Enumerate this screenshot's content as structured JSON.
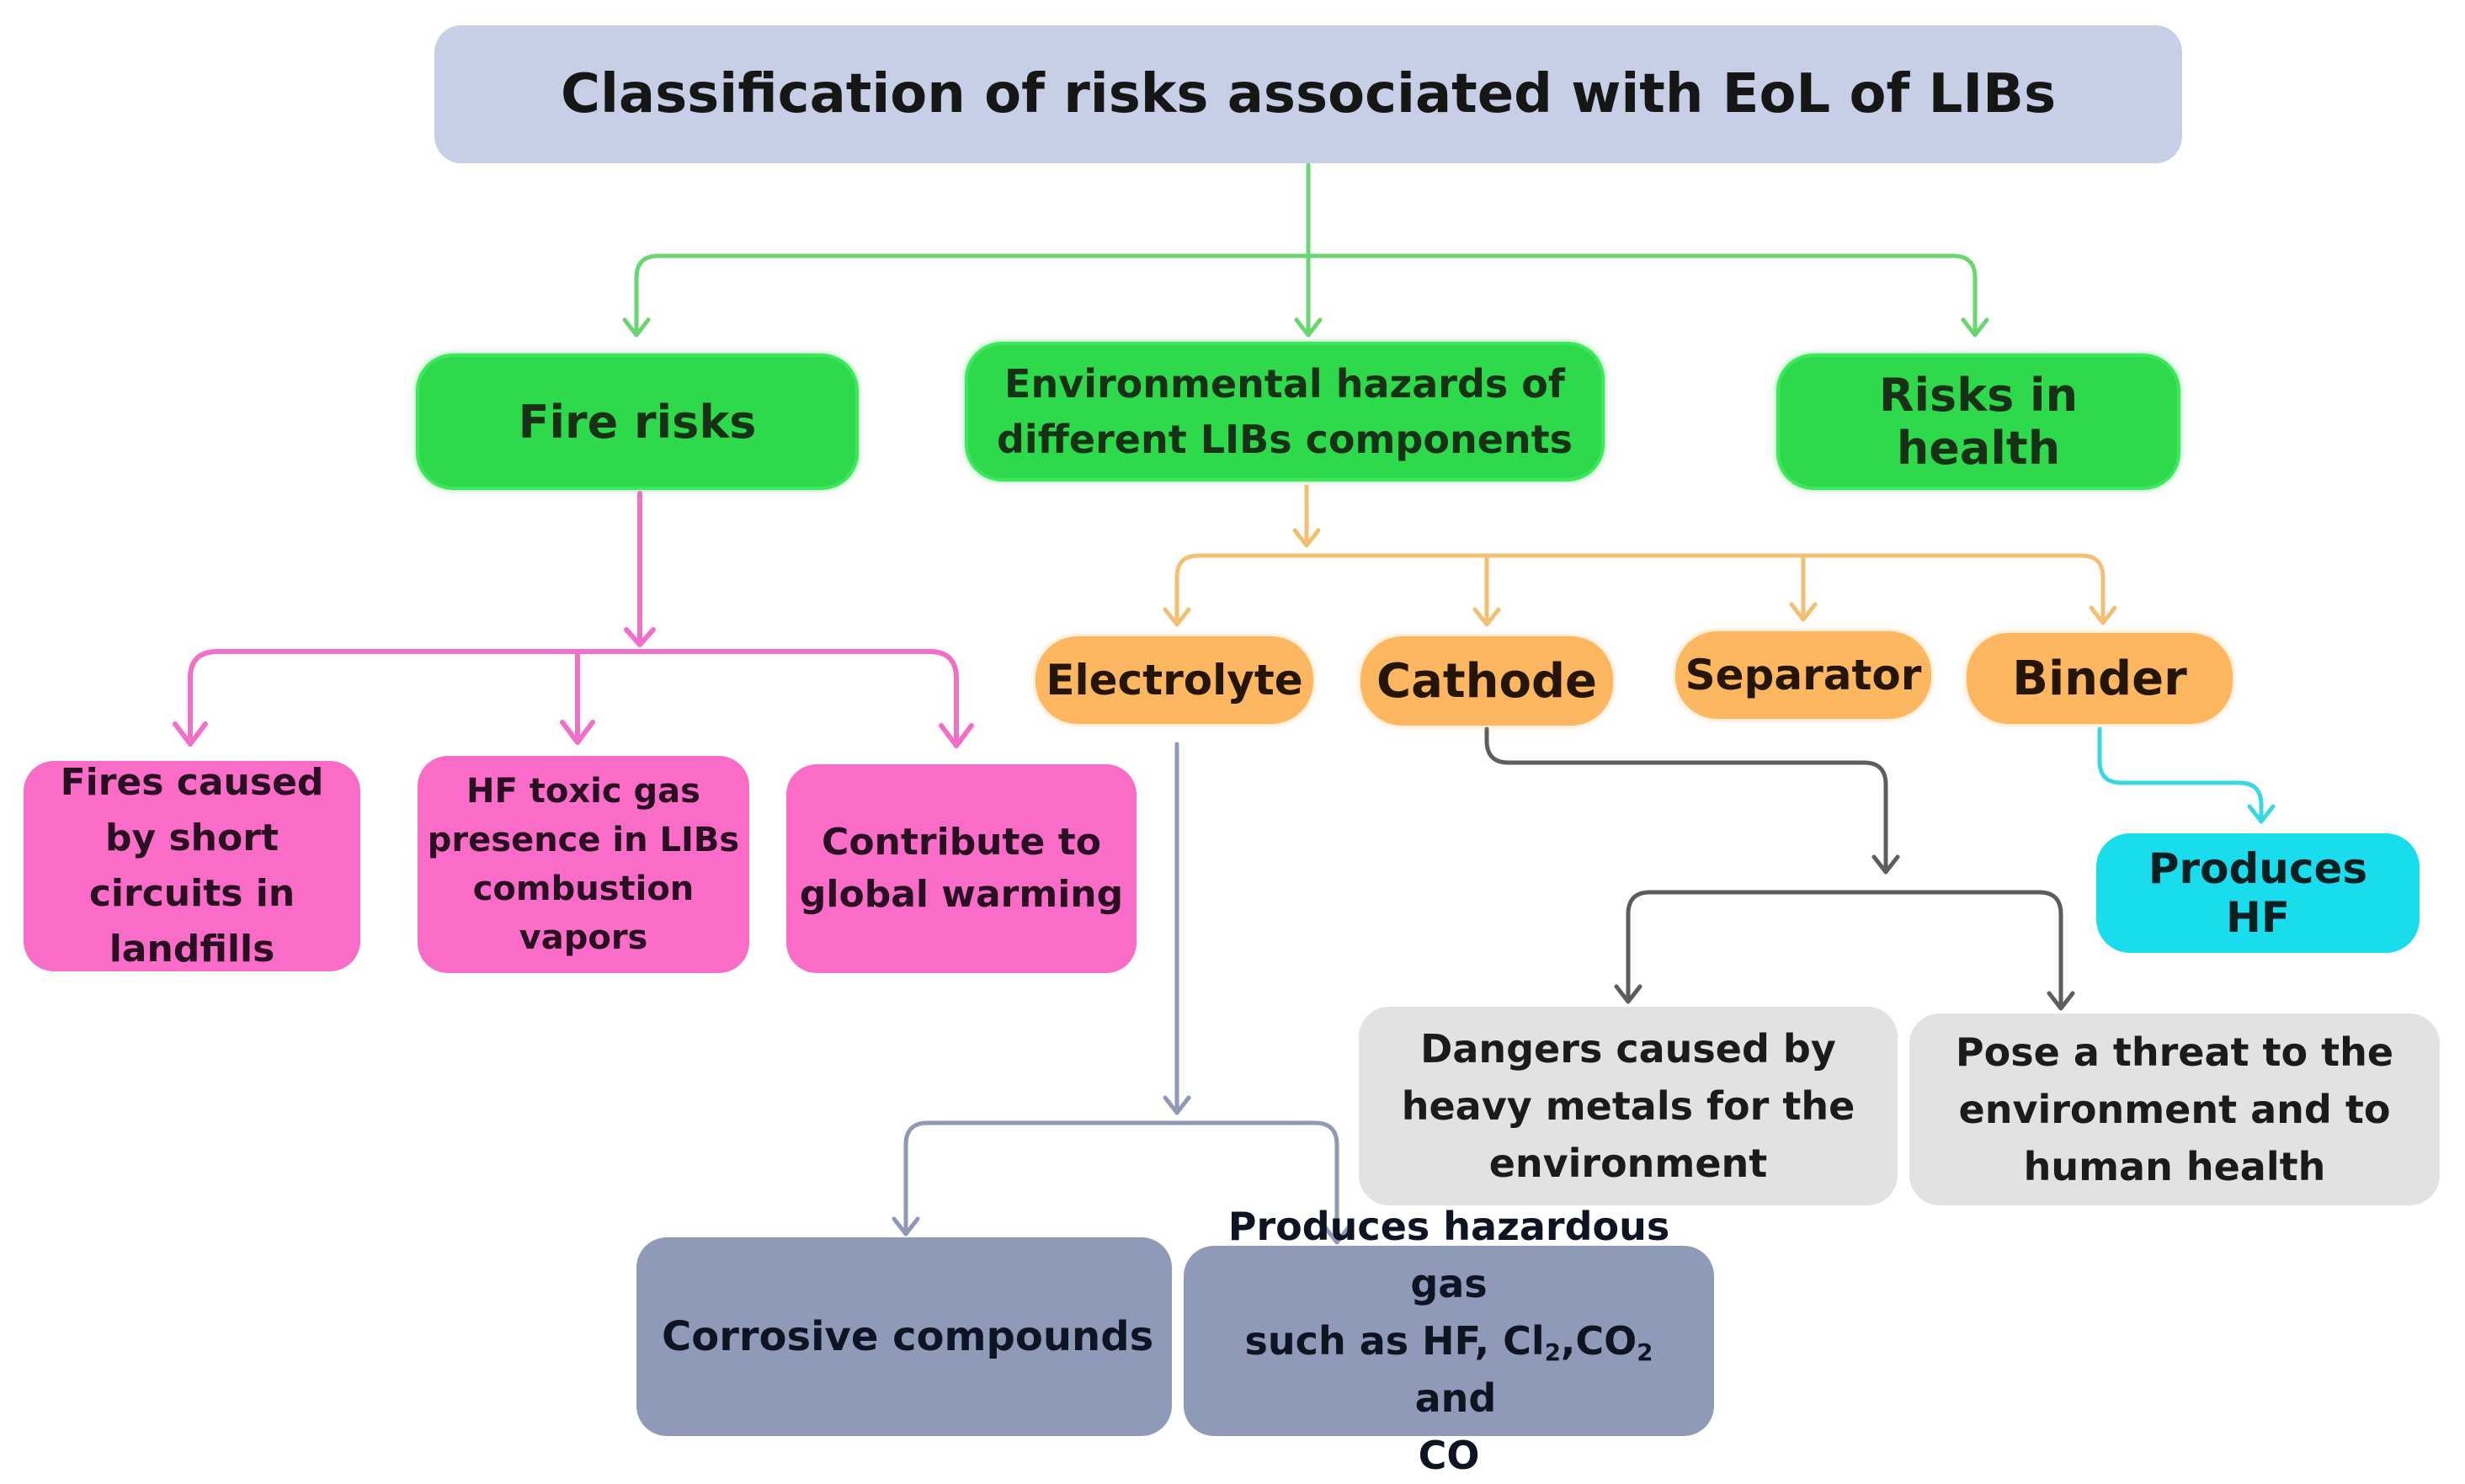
{
  "title": "Classification of risks associated with EoL of LIBs",
  "categories": {
    "fire": {
      "label": "Fire risks",
      "children": [
        "Fires caused by short circuits in landfills",
        "HF toxic gas presence in LIBs combustion vapors",
        "Contribute to global warming"
      ]
    },
    "environmental": {
      "label": "Environmental hazards of different LIBs components",
      "components": {
        "electrolyte": {
          "label": "Electrolyte",
          "children": {
            "corrosive": "Corrosive compounds",
            "gas": {
              "line1": "Produces hazardous gas",
              "line2_prefix": "such as HF, Cl",
              "cl_sub": "2",
              "co2_text": ",CO",
              "co2_sub": "2",
              "line2_suffix": " and",
              "line3": "CO"
            }
          }
        },
        "cathode": {
          "label": "Cathode",
          "children": [
            "Dangers caused by heavy metals for the environment",
            "Pose a threat to the environment and to human health"
          ]
        },
        "separator": {
          "label": "Separator"
        },
        "binder": {
          "label": "Binder",
          "children": [
            "Produces HF"
          ]
        }
      }
    },
    "health": {
      "label": "Risks in health"
    }
  },
  "colors": {
    "title_box": "#c6cfe6",
    "green_connector": "#69d66f",
    "pink_connector": "#f26fc8",
    "orange_connector": "#f3bf72",
    "grey_connector": "#5d5d5d",
    "slate_connector": "#8f98b5",
    "cyan_connector": "#38d8e2"
  }
}
